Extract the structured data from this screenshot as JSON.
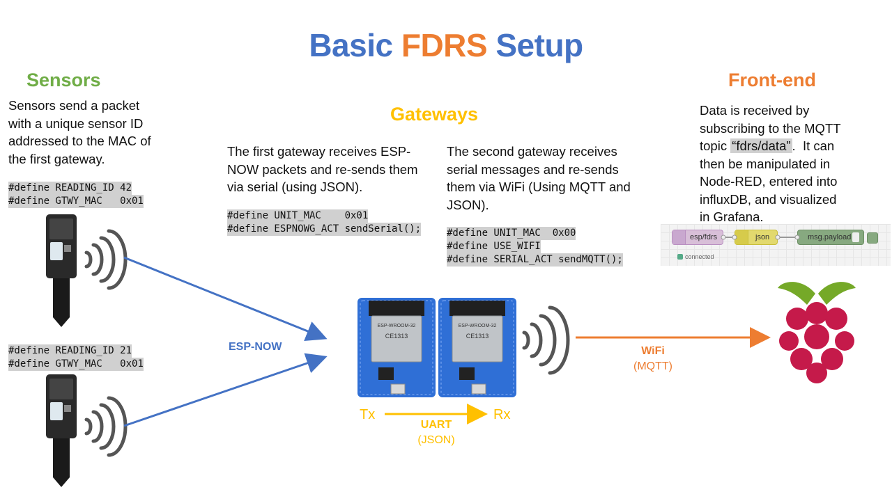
{
  "title": {
    "part1": "Basic",
    "part2": "FDRS",
    "part3": "Setup"
  },
  "sensors": {
    "heading": "Sensors",
    "description": [
      "Sensors send a packet",
      "with a unique sensor ID",
      "addressed to the MAC of",
      "the first gateway."
    ],
    "sensor1_code": [
      "#define READING_ID 42",
      "#define GTWY_MAC   0x01"
    ],
    "sensor2_code": [
      "#define READING_ID 21",
      "#define GTWY_MAC   0x01"
    ]
  },
  "gateways": {
    "heading": "Gateways",
    "first_description": [
      "The first gateway receives ESP-",
      "NOW packets and re-sends them",
      "via serial (using JSON)."
    ],
    "first_code": [
      "#define UNIT_MAC    0x01",
      "#define ESPNOWG_ACT sendSerial();"
    ],
    "second_description": [
      "The second gateway receives",
      "serial messages and re-sends",
      "them via WiFi (Using MQTT and",
      "JSON)."
    ],
    "second_code": [
      "#define UNIT_MAC  0x00",
      "#define USE_WIFI",
      "#define SERIAL_ACT sendMQTT();"
    ],
    "board_chip_label": "ESP-WROOM-32",
    "board_cert_label": "CE1313"
  },
  "frontend": {
    "heading": "Front-end",
    "description_pre": [
      "Data is received by",
      "subscribing to the MQTT"
    ],
    "topic_prefix": "topic ",
    "topic": "“fdrs/data”",
    "topic_suffix": ".  It can",
    "description_post": [
      "then be manipulated in",
      "Node-RED, entered into",
      "influxDB, and visualized",
      "in Grafana."
    ],
    "nodered": {
      "node1": "esp/fdrs",
      "node2": "json",
      "node3": "msg.payload",
      "status": "connected"
    }
  },
  "links": {
    "espnow": "ESP-NOW",
    "uart": "UART",
    "uart_sub": "(JSON)",
    "tx": "Tx",
    "rx": "Rx",
    "wifi": "WiFi",
    "wifi_sub": "(MQTT)"
  },
  "colors": {
    "blue": "#4472c4",
    "orange": "#ed7d31",
    "yellow": "#ffc000",
    "green": "#70ad47",
    "raspberry": "#c51a4a",
    "leaf": "#75a928",
    "board_blue": "#2f6fd6"
  },
  "icons": [
    "sensor-device-icon",
    "wireless-signal-icon",
    "esp32-board-icon",
    "raspberry-pi-icon",
    "arrow-icon"
  ]
}
